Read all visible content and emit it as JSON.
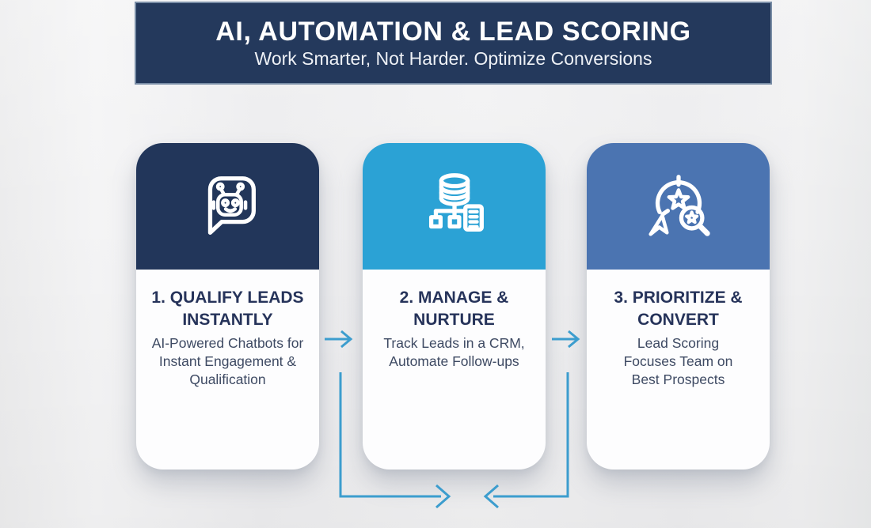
{
  "banner": {
    "title": "AI, AUTOMATION & LEAD SCORING",
    "subtitle": "Work Smarter, Not Harder. Optimize Conversions",
    "background": "#24395C"
  },
  "cards": [
    {
      "title": "1. QUALIFY LEADS INSTANTLY",
      "description": "AI-Powered Chatbots for Instant Engagement & Qualification",
      "icon": "chatbot-icon",
      "header_color": "#22365A"
    },
    {
      "title": "2. MANAGE & NURTURE",
      "description": "Track Leads in a CRM, Automate Follow-ups",
      "icon": "crm-database-icon",
      "header_color": "#2BA2D5"
    },
    {
      "title": "3. PRIORITIZE & CONVERT",
      "description": "Lead Scoring Focuses Team on Best Prospects",
      "icon": "lead-scoring-icon",
      "header_color": "#4B74B1"
    }
  ],
  "flow": {
    "arrow_color": "#3C9DCE",
    "arrows": [
      "card1-to-card2",
      "card2-to-card3",
      "card1-bottom-to-center",
      "card3-bottom-to-center"
    ]
  },
  "colors": {
    "page_background": "#EDEDEF",
    "card_background": "#FDFDFE",
    "title_text": "#26335A",
    "description_text": "#3E4A63",
    "banner_text": "#FFFFFF"
  }
}
